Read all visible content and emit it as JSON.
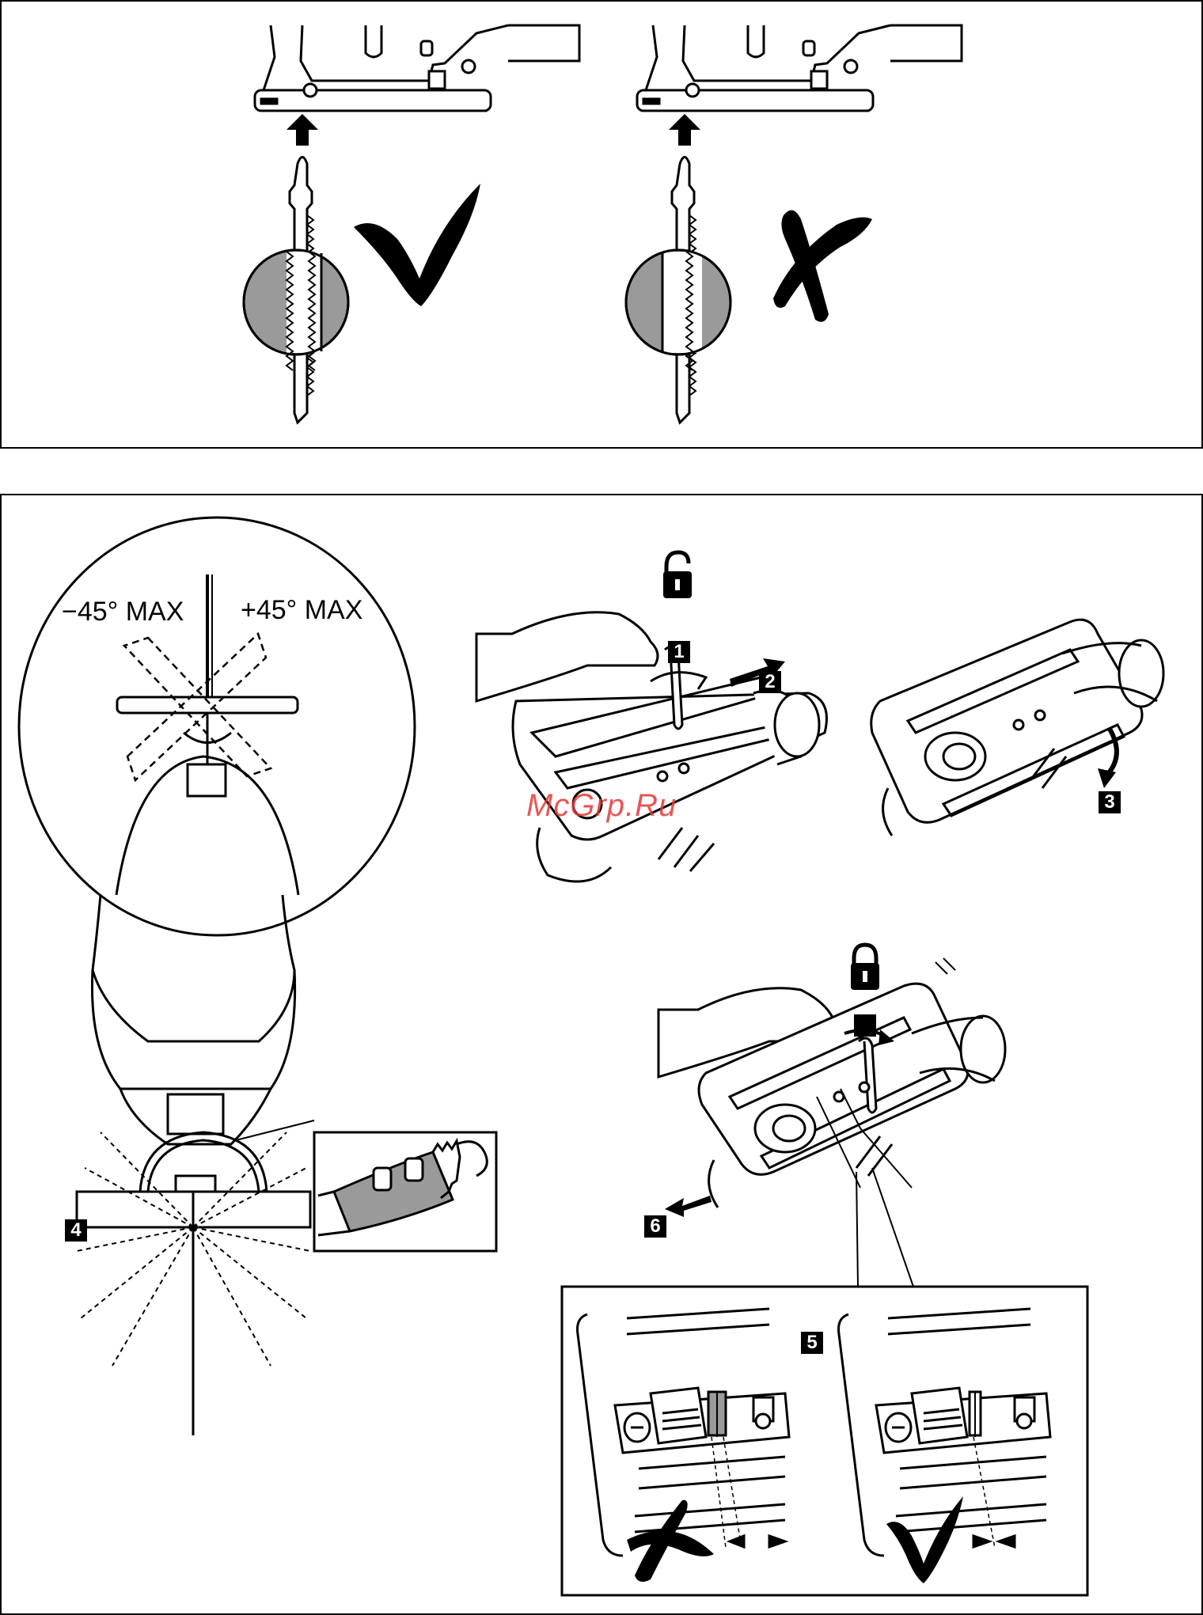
{
  "angle_labels": {
    "minus": "−45° MAX",
    "plus": "+45° MAX"
  },
  "steps": {
    "s1": "1",
    "s2": "2",
    "s3": "3",
    "s4": "4",
    "s5": "5",
    "s6": "6"
  },
  "watermark": "McGrp.Ru",
  "icons": {
    "lock_open": "padlock-open-icon",
    "lock_closed": "padlock-closed-icon",
    "correct": "check-mark-icon",
    "wrong": "x-mark-icon"
  },
  "colors": {
    "ink": "#000000",
    "shade": "#9a9a9a",
    "watermark": "#e23a3a"
  }
}
